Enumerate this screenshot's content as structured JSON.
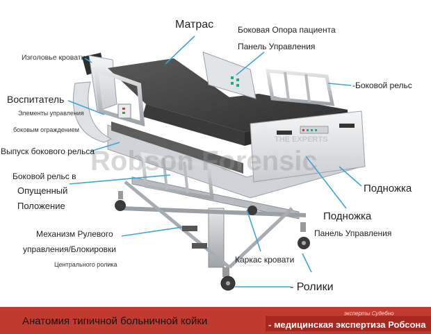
{
  "diagram": {
    "labels": {
      "mattress": "Матрас",
      "side_support": "Боковая Опора пациента",
      "control_panel": "Панель Управления",
      "side_rail_right": "-Боковой рельс",
      "headboard": "Изголовье кровати",
      "caregiver": "Воспитатель",
      "caregiver_controls_1": "Элементы управления",
      "caregiver_controls_2": "боковым ограждением",
      "side_rail_release": "Выпуск бокового рельса",
      "side_rail_lowered_1": "Боковой рельс в",
      "side_rail_lowered_2": "Опущенный",
      "side_rail_lowered_3": "Положение",
      "footboard": "Подножка",
      "footboard_panel_1": "Подножка",
      "footboard_panel_2": "Панель Управления",
      "steering_1": "Механизм Рулевого",
      "steering_2": "управления/Блокировки",
      "steering_3": "Центрального ролика",
      "frame": "Каркас кровати",
      "casters": "- Ролики"
    },
    "watermark": {
      "small": "THE EXPERTS",
      "large": "Robson Forensic"
    },
    "footer": {
      "title": "Анатомия типичной больничной койки",
      "small": "эксперты Судебно",
      "subtitle": "- медицинская экспертиза Робсона"
    }
  },
  "colors": {
    "leader_line": "#3aa6d8",
    "footer_band": "#c03a30",
    "mattress": "#4a4a4a",
    "rail": "#c8ccd0"
  }
}
